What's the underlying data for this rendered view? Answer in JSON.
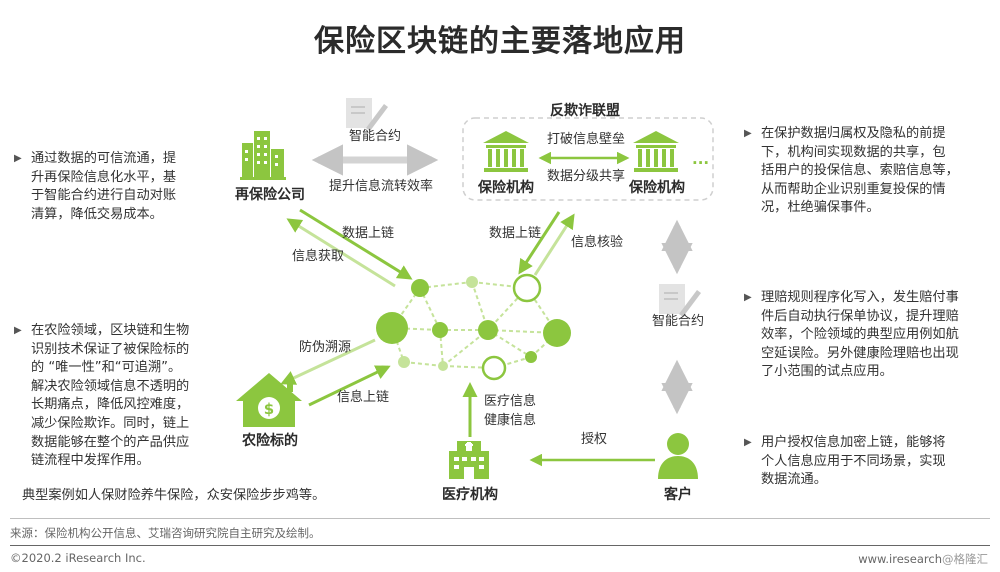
{
  "title": "保险区块链的主要落地应用",
  "left_notes": [
    {
      "marker": "▶",
      "lines": [
        "通过数据的可信流通，提",
        "升再保险信息化水平，基",
        "于智能合约进行自动对账",
        "清算，降低交易成本。"
      ]
    },
    {
      "marker": "▶",
      "lines": [
        "在农险领域，区块链和生物",
        "识别技术保证了被保险标的",
        "的 “唯一性”和“可追溯”。",
        "解决农险领域信息不透明的",
        "长期痛点，降低风控难度，",
        "减少保险欺诈。同时，链上",
        "数据能够在整个的产品供应",
        "链流程中发挥作用。"
      ]
    }
  ],
  "example_text": "典型案例如人保财险养牛保险，众安保险步步鸡等。",
  "right_notes": [
    {
      "marker": "▶",
      "lines": [
        "在保护数据归属权及隐私的前提",
        "下，机构间实现数据的共享，包",
        "括用户的投保信息、索赔信息等，",
        "从而帮助企业识别重复投保的情",
        "况，杜绝骗保事件。"
      ]
    },
    {
      "marker": "▶",
      "lines": [
        "理赔规则程序化写入，发生赔付事",
        "件后自动执行保单协议，提升理赔",
        "效率，个险领域的典型应用例如航",
        "空延误险。另外健康险理赔也出现",
        "了小范围的试点应用。"
      ]
    },
    {
      "marker": "▶",
      "lines": [
        "用户授权信息加密上链，能够将",
        "个人信息应用于不同场景，实现",
        "数据流通。"
      ]
    }
  ],
  "nodes": {
    "reinsurance": "再保险公司",
    "antifraud": "反欺诈联盟",
    "insurer1": "保险机构",
    "insurer2": "保险机构",
    "ellipsis": "...",
    "agri": "农险标的",
    "medical": "医疗机构",
    "customer": "客户"
  },
  "labels": {
    "smart_contract_top": "智能合约",
    "efficiency": "提升信息流转效率",
    "break_barrier": "打破信息壁垒",
    "tiered_sharing": "数据分级共享",
    "data_chain_left": "数据上链",
    "info_acquire": "信息获取",
    "data_chain_right": "数据上链",
    "info_verify": "信息核验",
    "smart_contract_right": "智能合约",
    "anti_counterfeit": "防伪溯源",
    "info_chain": "信息上链",
    "medical_info_1": "医疗信息",
    "medical_info_2": "健康信息",
    "authorize": "授权"
  },
  "source": "来源：保险机构公开信息、艾瑞咨询研究院自主研究及绘制。",
  "copyright": "©2020.2  iResearch Inc.",
  "website": "www.iresearch",
  "watermark": "@格隆汇",
  "colors": {
    "accent": "#8cc63f",
    "arrow_light": "#c5e39a",
    "gray_arrow": "#d3d3d3",
    "title": "#2b2b2b"
  }
}
